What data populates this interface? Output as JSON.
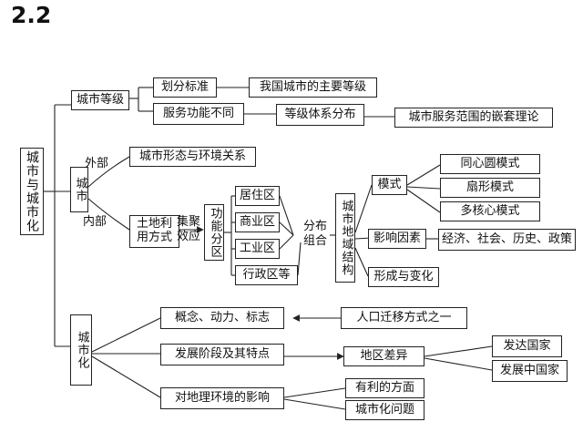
{
  "heading": "2.2",
  "root": "城市与城市化",
  "grade": {
    "title": "城市等级",
    "criteria": "划分标准",
    "main_grades": "我国城市的主要等级",
    "service": "服务功能不同",
    "hierarchy": "等级体系分布",
    "nested": "城市服务范围的嵌套理论"
  },
  "city": {
    "title": "城市",
    "outer_label": "外部",
    "inner_label": "内部",
    "form_env": "城市形态与环境关系",
    "land_use": "土地利用方式",
    "agglomeration": "集聚效应",
    "functional_zones": "功能分区",
    "zones": [
      "居住区",
      "商业区",
      "工业区",
      "行政区等"
    ],
    "distribution": "分布组合",
    "structure": "城市地域结构",
    "models_label": "模式",
    "models": [
      "同心圆模式",
      "扇形模式",
      "多核心模式"
    ],
    "factors_label": "影响因素",
    "factors": "经济、社会、历史、政策",
    "formation": "形成与变化"
  },
  "urbanization": {
    "title": "城市化",
    "concept": "概念、动力、标志",
    "migration": "人口迁移方式之一",
    "stages": "发展阶段及其特点",
    "regional_diff": "地区差异",
    "developed": "发达国家",
    "developing": "发展中国家",
    "env_impact": "对地理环境的影响",
    "favorable": "有利的方面",
    "problems": "城市化问题"
  },
  "colors": {
    "line": "#222222",
    "text": "#111111",
    "background": "#ffffff"
  }
}
